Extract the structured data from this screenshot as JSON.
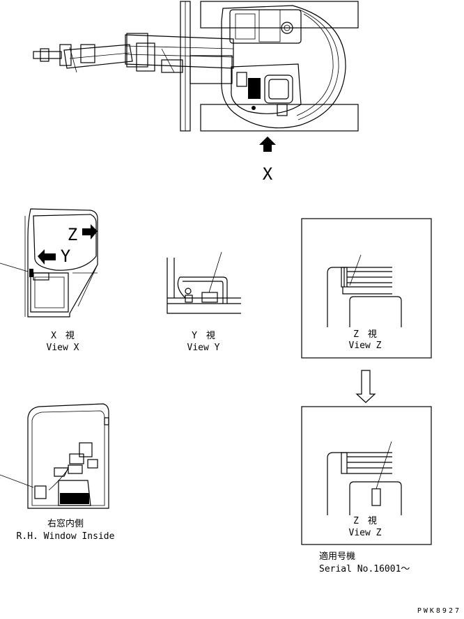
{
  "views": {
    "top_view": {
      "direction_letter": "X"
    },
    "view_x": {
      "title_jp": "X　視",
      "title_en": "View X",
      "letters": [
        "Z",
        "Y"
      ]
    },
    "view_y": {
      "title_jp": "Y　視",
      "title_en": "View Y"
    },
    "view_z_before": {
      "title_jp": "Z　視",
      "title_en": "View Z"
    },
    "view_z_after": {
      "title_jp": "Z　視",
      "title_en": "View Z"
    },
    "rh_window": {
      "title_jp": "右窓内側",
      "title_en": "R.H. Window Inside"
    }
  },
  "serial": {
    "label_jp": "適用号機",
    "label_en": "Serial No.16001〜"
  },
  "drawing_code": "PWK8927"
}
